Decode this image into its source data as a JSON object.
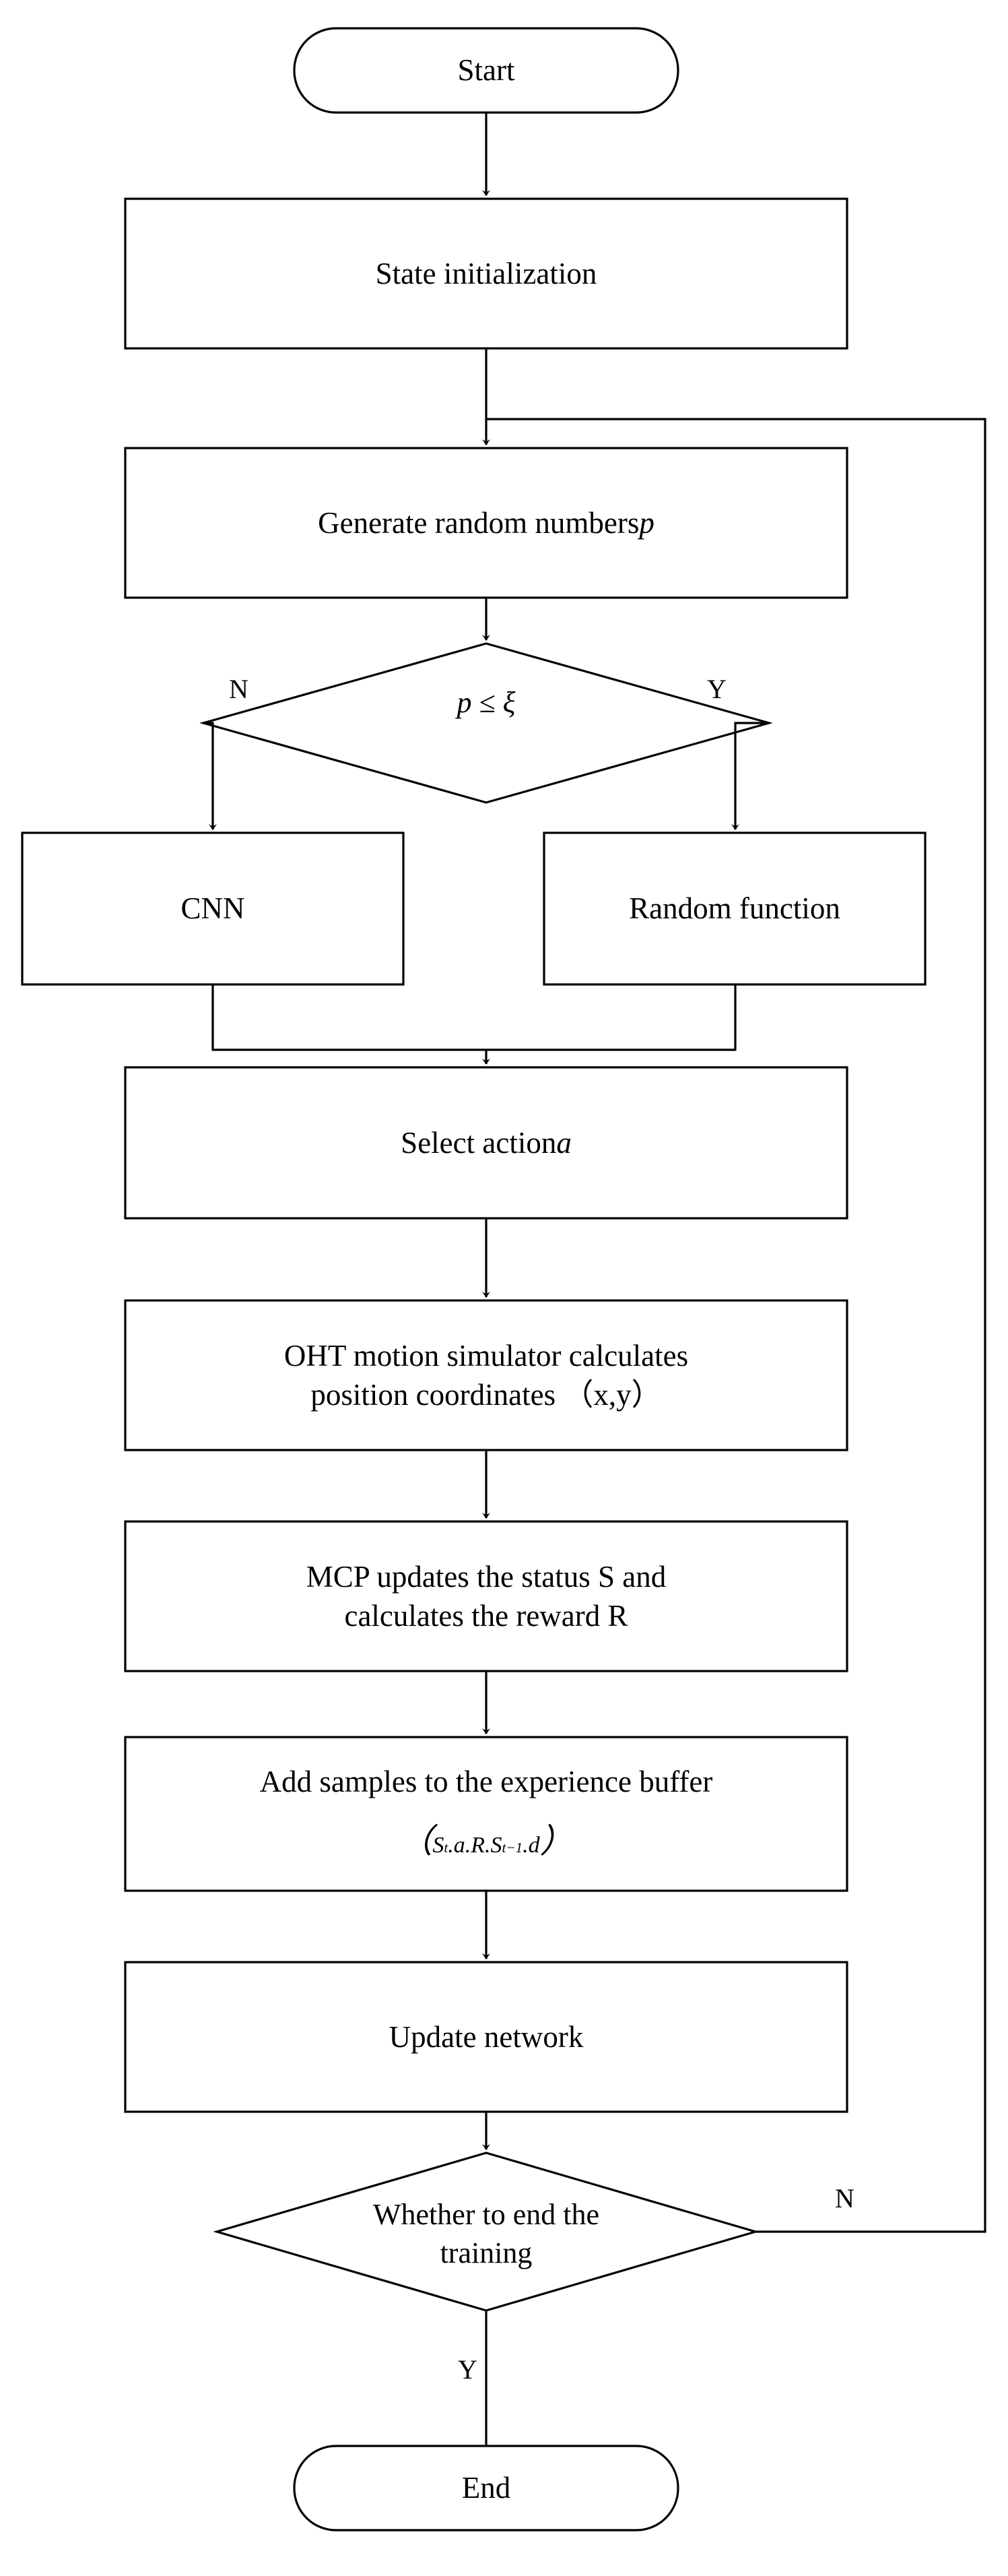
{
  "diagram": {
    "title": "Reinforcement learning training flowchart",
    "type": "flowchart",
    "background_color": "#ffffff",
    "line_color": "#000000",
    "text_color": "#000000"
  },
  "nodes": {
    "start": {
      "label": "Start",
      "shape": "terminal"
    },
    "state_init": {
      "label": "State initialization",
      "shape": "process"
    },
    "gen_random": {
      "label": "Generate random numbers ",
      "var": "p",
      "shape": "process"
    },
    "decision_p": {
      "label": "p ≤ ξ",
      "shape": "decision"
    },
    "cnn": {
      "label": "CNN",
      "shape": "process"
    },
    "random_function": {
      "label": "Random function",
      "shape": "process"
    },
    "select_action": {
      "label": "Select action ",
      "var": "a",
      "shape": "process"
    },
    "oht": {
      "label": "OHT motion simulator calculates\nposition coordinates （x,y）",
      "shape": "process"
    },
    "mcp": {
      "label": "MCP updates the status S and\ncalculates the reward R",
      "shape": "process"
    },
    "add_samples": {
      "label": "Add samples to the experience buffer",
      "shape": "process"
    },
    "add_samples_formula": {
      "open_paren": "（",
      "close_paren": "）",
      "terms": [
        {
          "base": "S",
          "sub": "t"
        },
        {
          "base": "a",
          "sub": ""
        },
        {
          "base": "R",
          "sub": ""
        },
        {
          "base": "S",
          "sub": "t−1"
        },
        {
          "base": "d",
          "sub": ""
        }
      ],
      "separator": "."
    },
    "update_network": {
      "label": "Update network",
      "shape": "process"
    },
    "decision_end": {
      "label": "Whether to end the\ntraining",
      "shape": "decision"
    },
    "end": {
      "label": "End",
      "shape": "terminal"
    }
  },
  "edge_labels": {
    "decision_p_no": "N",
    "decision_p_yes": "Y",
    "decision_end_no": "N",
    "decision_end_yes": "Y"
  }
}
